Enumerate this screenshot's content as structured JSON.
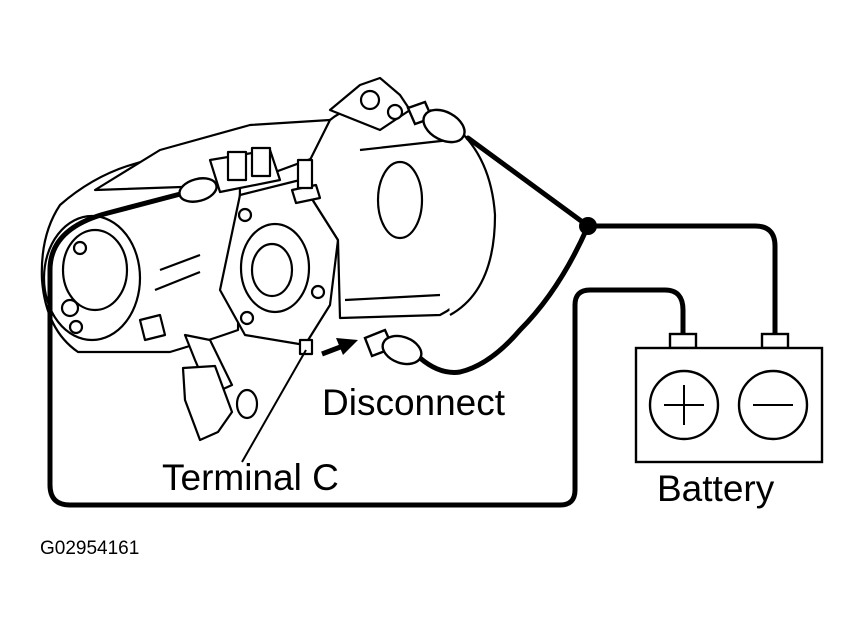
{
  "labels": {
    "disconnect": "Disconnect",
    "terminal": "Terminal C",
    "battery": "Battery",
    "figure_id": "G02954161"
  },
  "battery": {
    "positive_symbol": "+",
    "negative_symbol": "−"
  },
  "colors": {
    "ink": "#000000",
    "background": "#ffffff"
  }
}
